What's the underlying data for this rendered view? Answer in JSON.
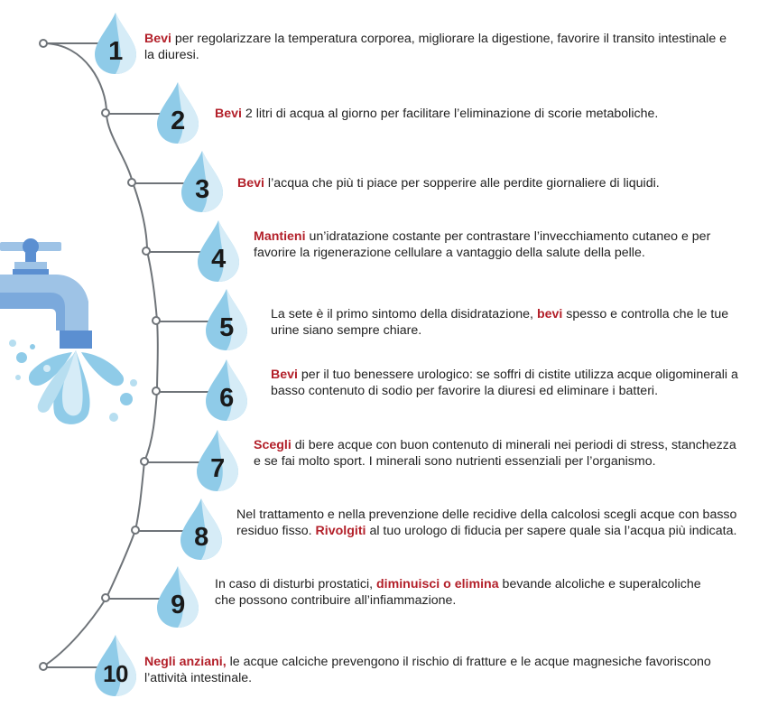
{
  "colors": {
    "keyword": "#b3202a",
    "text": "#222222",
    "drop_light": "#d6ecf7",
    "drop_dark": "#8fcbe8",
    "line": "#6f7479",
    "tap_body": "#9ec3e6",
    "tap_dark": "#5b8fd1",
    "water": "#8fcbe8"
  },
  "illustration": {
    "tap_icon": "water-tap-icon",
    "drop_icon": "water-drop-icon"
  },
  "items": [
    {
      "number": "1",
      "parts": {
        "a": "Bevi",
        "b": " per regolarizzare la temperatura corporea, migliorare la digestione, favorire il transito intestinale e la diuresi."
      }
    },
    {
      "number": "2",
      "parts": {
        "a": "Bevi",
        "b": " 2 litri di acqua al giorno per facilitare l’eliminazione di scorie metaboliche."
      }
    },
    {
      "number": "3",
      "parts": {
        "a": "Bevi",
        "b": " l’acqua che più ti piace per sopperire alle perdite giornaliere di liquidi."
      }
    },
    {
      "number": "4",
      "parts": {
        "a": "Mantieni",
        "b": " un’idratazione costante per contrastare l’invecchiamento cutaneo e per favorire la rigenerazione cellulare a vantaggio della salute della pelle."
      }
    },
    {
      "number": "5",
      "parts": {
        "a": "La sete è il primo sintomo della disidratazione, ",
        "b": "bevi",
        "c": " spesso e controlla che le tue urine siano sempre chiare."
      }
    },
    {
      "number": "6",
      "parts": {
        "a": "Bevi",
        "b": " per il tuo benessere urologico: se soffri di cistite utilizza acque oligominerali a basso contenuto di sodio per favorire la diuresi ed eliminare i batteri."
      }
    },
    {
      "number": "7",
      "parts": {
        "a": "Scegli",
        "b": " di bere acque con buon contenuto di minerali nei periodi di stress, stanchezza e se fai molto sport. I minerali sono nutrienti essenziali per l’organismo."
      }
    },
    {
      "number": "8",
      "parts": {
        "a": "Nel trattamento e nella prevenzione delle recidive della calcolosi scegli acque con basso residuo fisso. ",
        "b": "Rivolgiti",
        "c": " al tuo urologo di fiducia per sapere quale sia l’acqua più indicata."
      }
    },
    {
      "number": "9",
      "parts": {
        "a": "In caso di disturbi prostatici, ",
        "b": "diminuisci o elimina",
        "c": " bevande alcoliche e superalcoliche che possono contribuire all’infiammazione."
      }
    },
    {
      "number": "10",
      "parts": {
        "a": "Negli anziani,",
        "b": " le acque calciche prevengono il rischio di fratture e le acque magnesiche favoriscono l’attività intestinale."
      }
    }
  ]
}
